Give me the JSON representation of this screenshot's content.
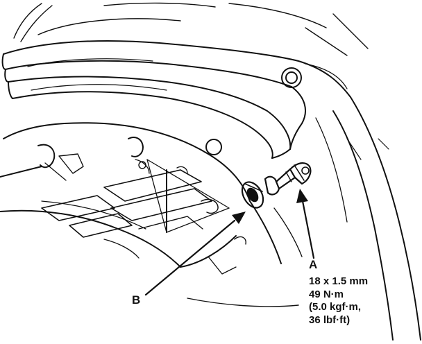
{
  "callouts": {
    "a": {
      "letter": "A",
      "thread": "18 x 1.5 mm",
      "torque_nm": "49 N·m",
      "torque_kgf": "(5.0 kgf·m,",
      "torque_lbf": "36 lbf·ft)"
    },
    "b": {
      "letter": "B"
    }
  },
  "colors": {
    "ink": "#111111",
    "paper": "#ffffff"
  }
}
